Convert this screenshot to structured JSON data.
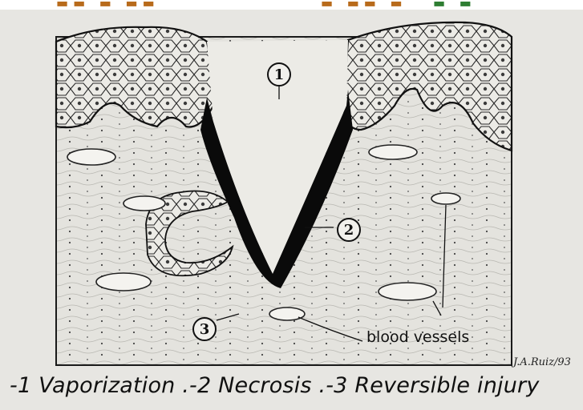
{
  "figure": {
    "markers": [
      "1",
      "2",
      "3"
    ],
    "annotation_blood_vessels": "blood vessels",
    "signature": "J.A.Ruiz/93",
    "caption": "-1 Vaporization .-2 Necrosis .-3 Reversible injury"
  }
}
